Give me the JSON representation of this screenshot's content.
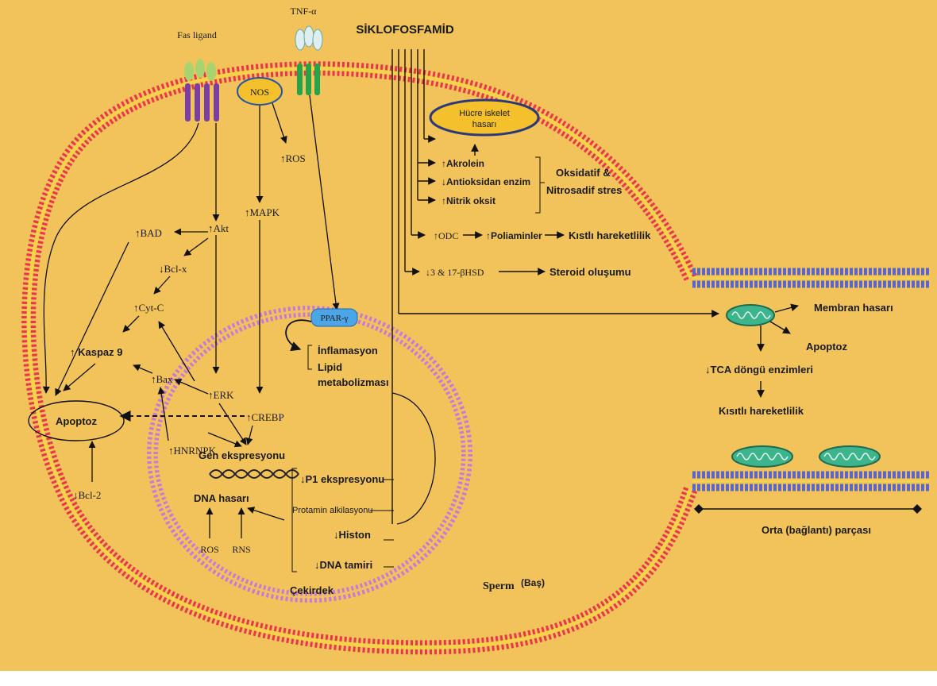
{
  "colors": {
    "background": "#f2c35a",
    "membrane_outer": "#e8374a",
    "membrane_inner": "#f4d34a",
    "nucleus_membrane": "#c77ad8",
    "tail_membrane": "#5b66c8",
    "mitochondria": "#3cb48c",
    "ppar": "#4aa6e6",
    "nos_fill": "#f4c12c",
    "fas_receptor": "#7a3fa6",
    "tnf_receptor": "#27a34a",
    "ligand": "#a8d470"
  },
  "top": {
    "fas_ligand": "Fas ligand",
    "tnf": "TNF-α",
    "nos": "NOS",
    "siklofosfamid": "SİKLOFOSFAMİD"
  },
  "left_pathway": {
    "ros_up": "↑ROS",
    "mapk": "↑MAPK",
    "bad": "↑BAD",
    "akt": "↑Akt",
    "bclx": "↓Bcl-x",
    "cytc": "↑Cyt-C",
    "kaspaz": "↑ Kaspaz 9",
    "bax": "↑Bax",
    "erk": "↑ERK",
    "creb": "↑CREBP",
    "apoptoz": "Apoptoz",
    "hnrnpk": "↑HNRNPK",
    "bcl2": "↓Bcl-2"
  },
  "nucleus": {
    "ppar": "PPAR-γ",
    "inflamasyon": "İnflamasyon",
    "lipid1": "Lipid",
    "lipid2": "metabolizması",
    "gen": "Gen ekspresyonu",
    "dna": "DNA hasarı",
    "p1": "↓P1 ekspresyonu",
    "protamin": "Protamin alkilasyonu",
    "histon": "↓Histon",
    "dna_tamiri": "↓DNA tamiri",
    "ros": "ROS",
    "rns": "RNS",
    "cekirdek": "Çekirdek"
  },
  "right_pathway": {
    "hucre1": "Hücre iskelet",
    "hucre2": "hasarı",
    "akrolein": "↑Akrolein",
    "antioksidan": "↓Antioksidan enzim",
    "nitrik": "↑Nitrik oksit",
    "oksidatif1": "Oksidatif &",
    "oksidatif2": "Nitrosadif stres",
    "odc": "↑ODC",
    "poliaminler": "↑Poliaminler",
    "kisitli": "Kıstlı hareketlilik",
    "hsd": "↓3 & 17-βHSD",
    "steroid": "Steroid oluşumu"
  },
  "mito_section": {
    "membran": "Membran hasarı",
    "apoptoz": "Apoptoz",
    "tca": "↓TCA döngü enzimleri",
    "kisitli": "Kısıtlı hareketlilik",
    "orta": "Orta (bağlantı) parçası"
  },
  "sperm": {
    "label": "Sperm",
    "bas": "(Baş)"
  }
}
